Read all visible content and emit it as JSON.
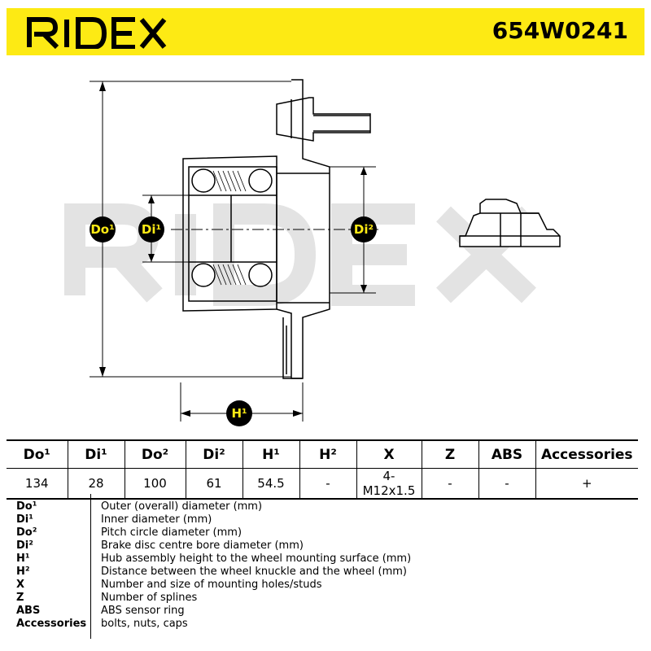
{
  "header": {
    "brand": "RIDEX",
    "part_number": "654W0241",
    "accent_color": "#fdea14"
  },
  "drawing": {
    "watermark": "RIDEX",
    "labels": {
      "do1": "Do¹",
      "di1": "Di¹",
      "di2": "Di²",
      "h1": "H¹"
    }
  },
  "table": {
    "columns": [
      "Do¹",
      "Di¹",
      "Do²",
      "Di²",
      "H¹",
      "H²",
      "X",
      "Z",
      "ABS",
      "Accessories"
    ],
    "values": [
      "134",
      "28",
      "100",
      "61",
      "54.5",
      "-",
      "4-M12x1.5",
      "-",
      "-",
      "+"
    ]
  },
  "legend": [
    {
      "abbr": "Do¹",
      "desc": "Outer (overall) diameter (mm)"
    },
    {
      "abbr": "Di¹",
      "desc": "Inner diameter (mm)"
    },
    {
      "abbr": "Do²",
      "desc": "Pitch circle diameter (mm)"
    },
    {
      "abbr": "Di²",
      "desc": "Brake disc centre bore diameter (mm)"
    },
    {
      "abbr": "H¹",
      "desc": "Hub assembly height to the wheel mounting surface (mm)"
    },
    {
      "abbr": "H²",
      "desc": "Distance between the wheel knuckle and the wheel (mm)"
    },
    {
      "abbr": "X",
      "desc": "Number and size of mounting holes/studs"
    },
    {
      "abbr": "Z",
      "desc": "Number of splines"
    },
    {
      "abbr": "ABS",
      "desc": "ABS sensor ring"
    },
    {
      "abbr": "Accessories",
      "desc": "bolts, nuts, caps"
    }
  ]
}
